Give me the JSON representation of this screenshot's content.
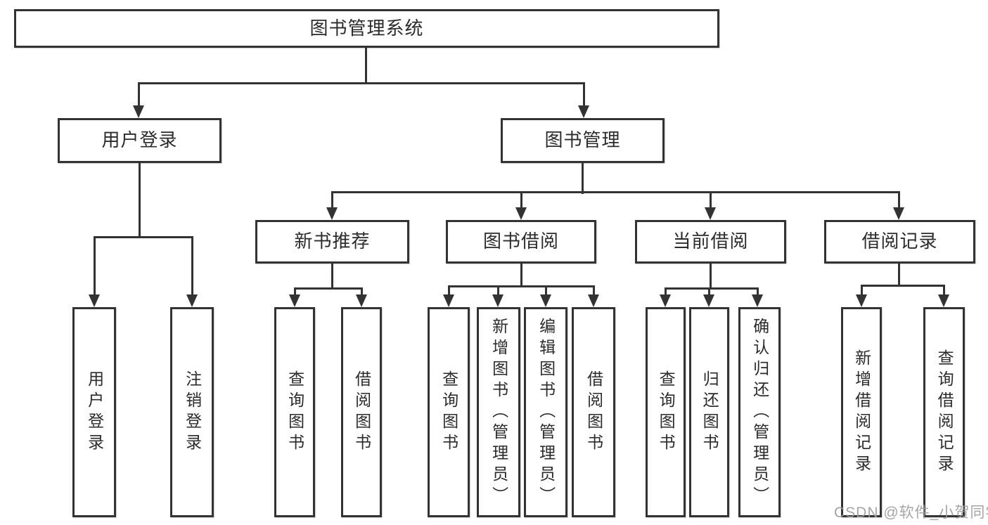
{
  "diagram": {
    "colors": {
      "line": "#333333",
      "node_border": "#333333",
      "node_fill": "#ffffff",
      "text": "#2b2b2b",
      "watermark": "#9c9c9c",
      "background": "#ffffff"
    },
    "tree": {
      "label": "图书管理系统",
      "children": [
        {
          "label": "用户登录",
          "children": [
            {
              "label": "用户登录"
            },
            {
              "label": "注销登录"
            }
          ]
        },
        {
          "label": "图书管理",
          "children": [
            {
              "label": "新书推荐",
              "children": [
                {
                  "label": "查询图书"
                },
                {
                  "label": "借阅图书"
                }
              ]
            },
            {
              "label": "图书借阅",
              "children": [
                {
                  "label": "查询图书"
                },
                {
                  "label": "新增图书（管理员）"
                },
                {
                  "label": "编辑图书（管理员）"
                },
                {
                  "label": "借阅图书"
                }
              ]
            },
            {
              "label": "当前借阅",
              "children": [
                {
                  "label": "查询图书"
                },
                {
                  "label": "归还图书"
                },
                {
                  "label": "确认归还（管理员）"
                }
              ]
            },
            {
              "label": "借阅记录",
              "children": [
                {
                  "label": "新增借阅记录"
                },
                {
                  "label": "查询借阅记录"
                }
              ]
            }
          ]
        }
      ]
    },
    "watermark": "CSDN @软件_小贺同学"
  }
}
